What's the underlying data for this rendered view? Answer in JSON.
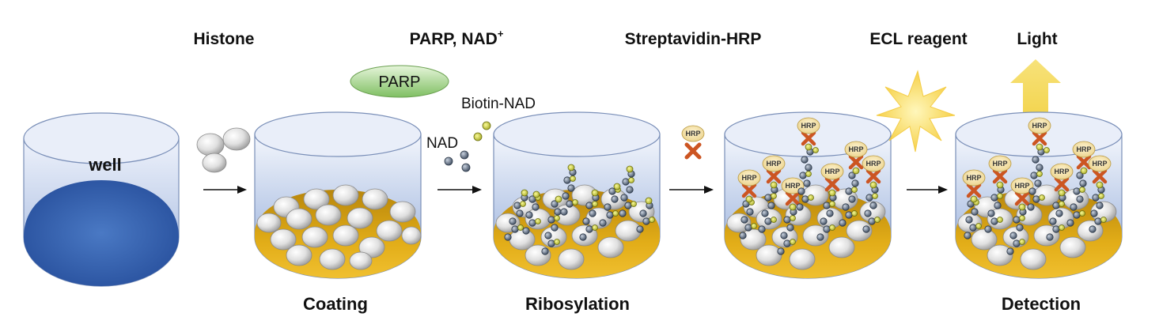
{
  "steps": {
    "histone": "Histone",
    "parp_nad": "PARP, NAD",
    "parp_nad_sup": "+",
    "streptavidin": "Streptavidin-HRP",
    "ecl": "ECL reagent",
    "light": "Light"
  },
  "labels": {
    "well": "well",
    "parp": "PARP",
    "biotin_nad": "Biotin-NAD",
    "nad": "NAD",
    "hrp": "HRP"
  },
  "stages": {
    "coating": "Coating",
    "ribosylation": "Ribosylation",
    "detection": "Detection"
  },
  "colors": {
    "well_top": "#eef2fb",
    "well_bottom": "#93acd9",
    "well_base": "#2f5fb3",
    "coating": "#d9a30f",
    "histone": "#d9d9d9",
    "chain": "#5b6b82",
    "biotin": "#e1e24a",
    "hrp_fill": "#f3e0a8",
    "x_mark": "#cc5522",
    "parp_fill": "#a9d58f",
    "light_arrow": "#f5dd6a",
    "sun": "#f7d63e"
  }
}
